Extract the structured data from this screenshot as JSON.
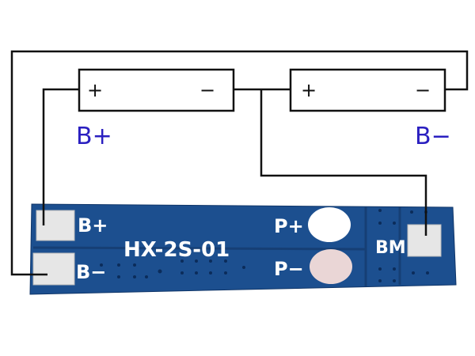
{
  "cells": [
    {
      "plus": "+",
      "minus": "−"
    },
    {
      "plus": "+",
      "minus": "−"
    }
  ],
  "pack_labels": {
    "positive": "B+",
    "negative": "B−"
  },
  "board": {
    "model": "HX-2S-01",
    "pads": {
      "b_plus": "B+",
      "b_minus": "B−",
      "p_plus": "P+",
      "p_minus": "P−",
      "bm": "BM"
    },
    "color": "#1c4f8f"
  },
  "colors": {
    "label": "#2a1fc0",
    "wire": "#111111"
  }
}
